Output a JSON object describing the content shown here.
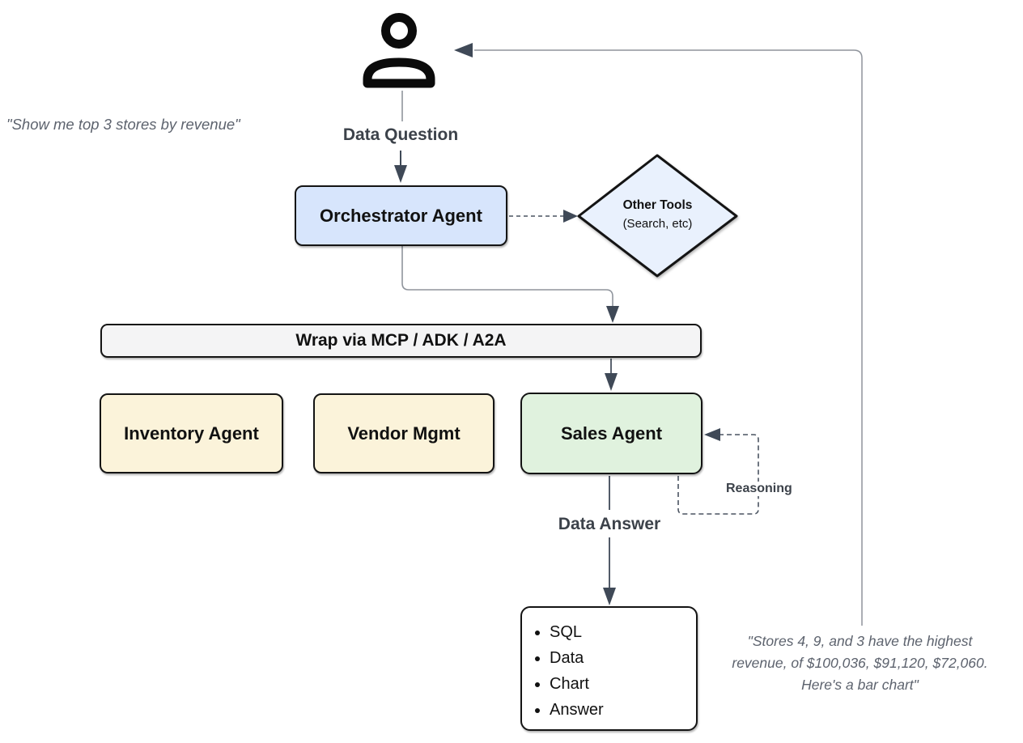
{
  "quotes": {
    "user_question": "\"Show me top 3 stores by revenue\"",
    "agent_answer": {
      "lines": [
        "\"Stores 4, 9, and 3 have the highest",
        "revenue, of $100,036, $91,120, $72,060.",
        "Here's a bar chart\""
      ]
    }
  },
  "labels": {
    "data_question": "Data Question",
    "data_answer": "Data Answer",
    "reasoning": "Reasoning"
  },
  "nodes": {
    "orchestrator": {
      "label": "Orchestrator Agent",
      "fill": "#d7e5fc"
    },
    "other_tools": {
      "title": "Other Tools",
      "subtitle": "(Search, etc)",
      "fill": "#e9f1fd"
    },
    "wrap_bar": {
      "label": "Wrap via MCP / ADK / A2A",
      "fill": "#f4f4f5"
    },
    "inventory": {
      "label": "Inventory Agent",
      "fill": "#fbf3da"
    },
    "vendor": {
      "label": "Vendor Mgmt",
      "fill": "#fbf3da"
    },
    "sales": {
      "label": "Sales Agent",
      "fill": "#e0f2de"
    },
    "output": {
      "fill": "#ffffff",
      "items": [
        "SQL",
        "Data",
        "Chart",
        "Answer"
      ]
    }
  },
  "icons": {
    "person": "person-icon"
  },
  "colors": {
    "node_border": "#141414",
    "arrow_dark": "#3f4957",
    "line_gray": "#8f949c",
    "quote_text": "#5d636e",
    "label_text": "#3c424a"
  }
}
